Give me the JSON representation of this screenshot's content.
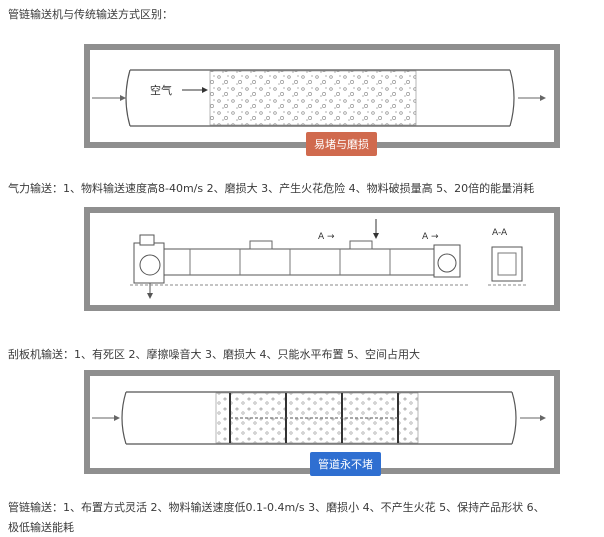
{
  "title": "管链输送机与传统输送方式区别：",
  "panel1": {
    "air_label": "空气",
    "badge": "易堵与磨损"
  },
  "caption1": "气力输送：1、物料输送速度高8-40m/s 2、磨损大 3、产生火花危险 4、物料破损量高 5、20倍的能量消耗",
  "panel2": {
    "section_label_1": "A →",
    "section_label_2": "A →",
    "section_view": "A-A"
  },
  "caption2": "刮板机输送：1、有死区 2、摩擦噪音大 3、磨损大 4、只能水平布置 5、空间占用大",
  "panel3": {
    "badge": "管道永不堵"
  },
  "caption3_line1": "管链输送：1、布置方式灵活 2、物料输送速度低0.1-0.4m/s 3、磨损小 4、不产生火花 5、保持产品形状 6、",
  "caption3_line2": "极低输送能耗",
  "colors": {
    "panel_border": "#8f8f8f",
    "badge_orange": "#d06a4e",
    "badge_blue": "#2f6fd1"
  }
}
